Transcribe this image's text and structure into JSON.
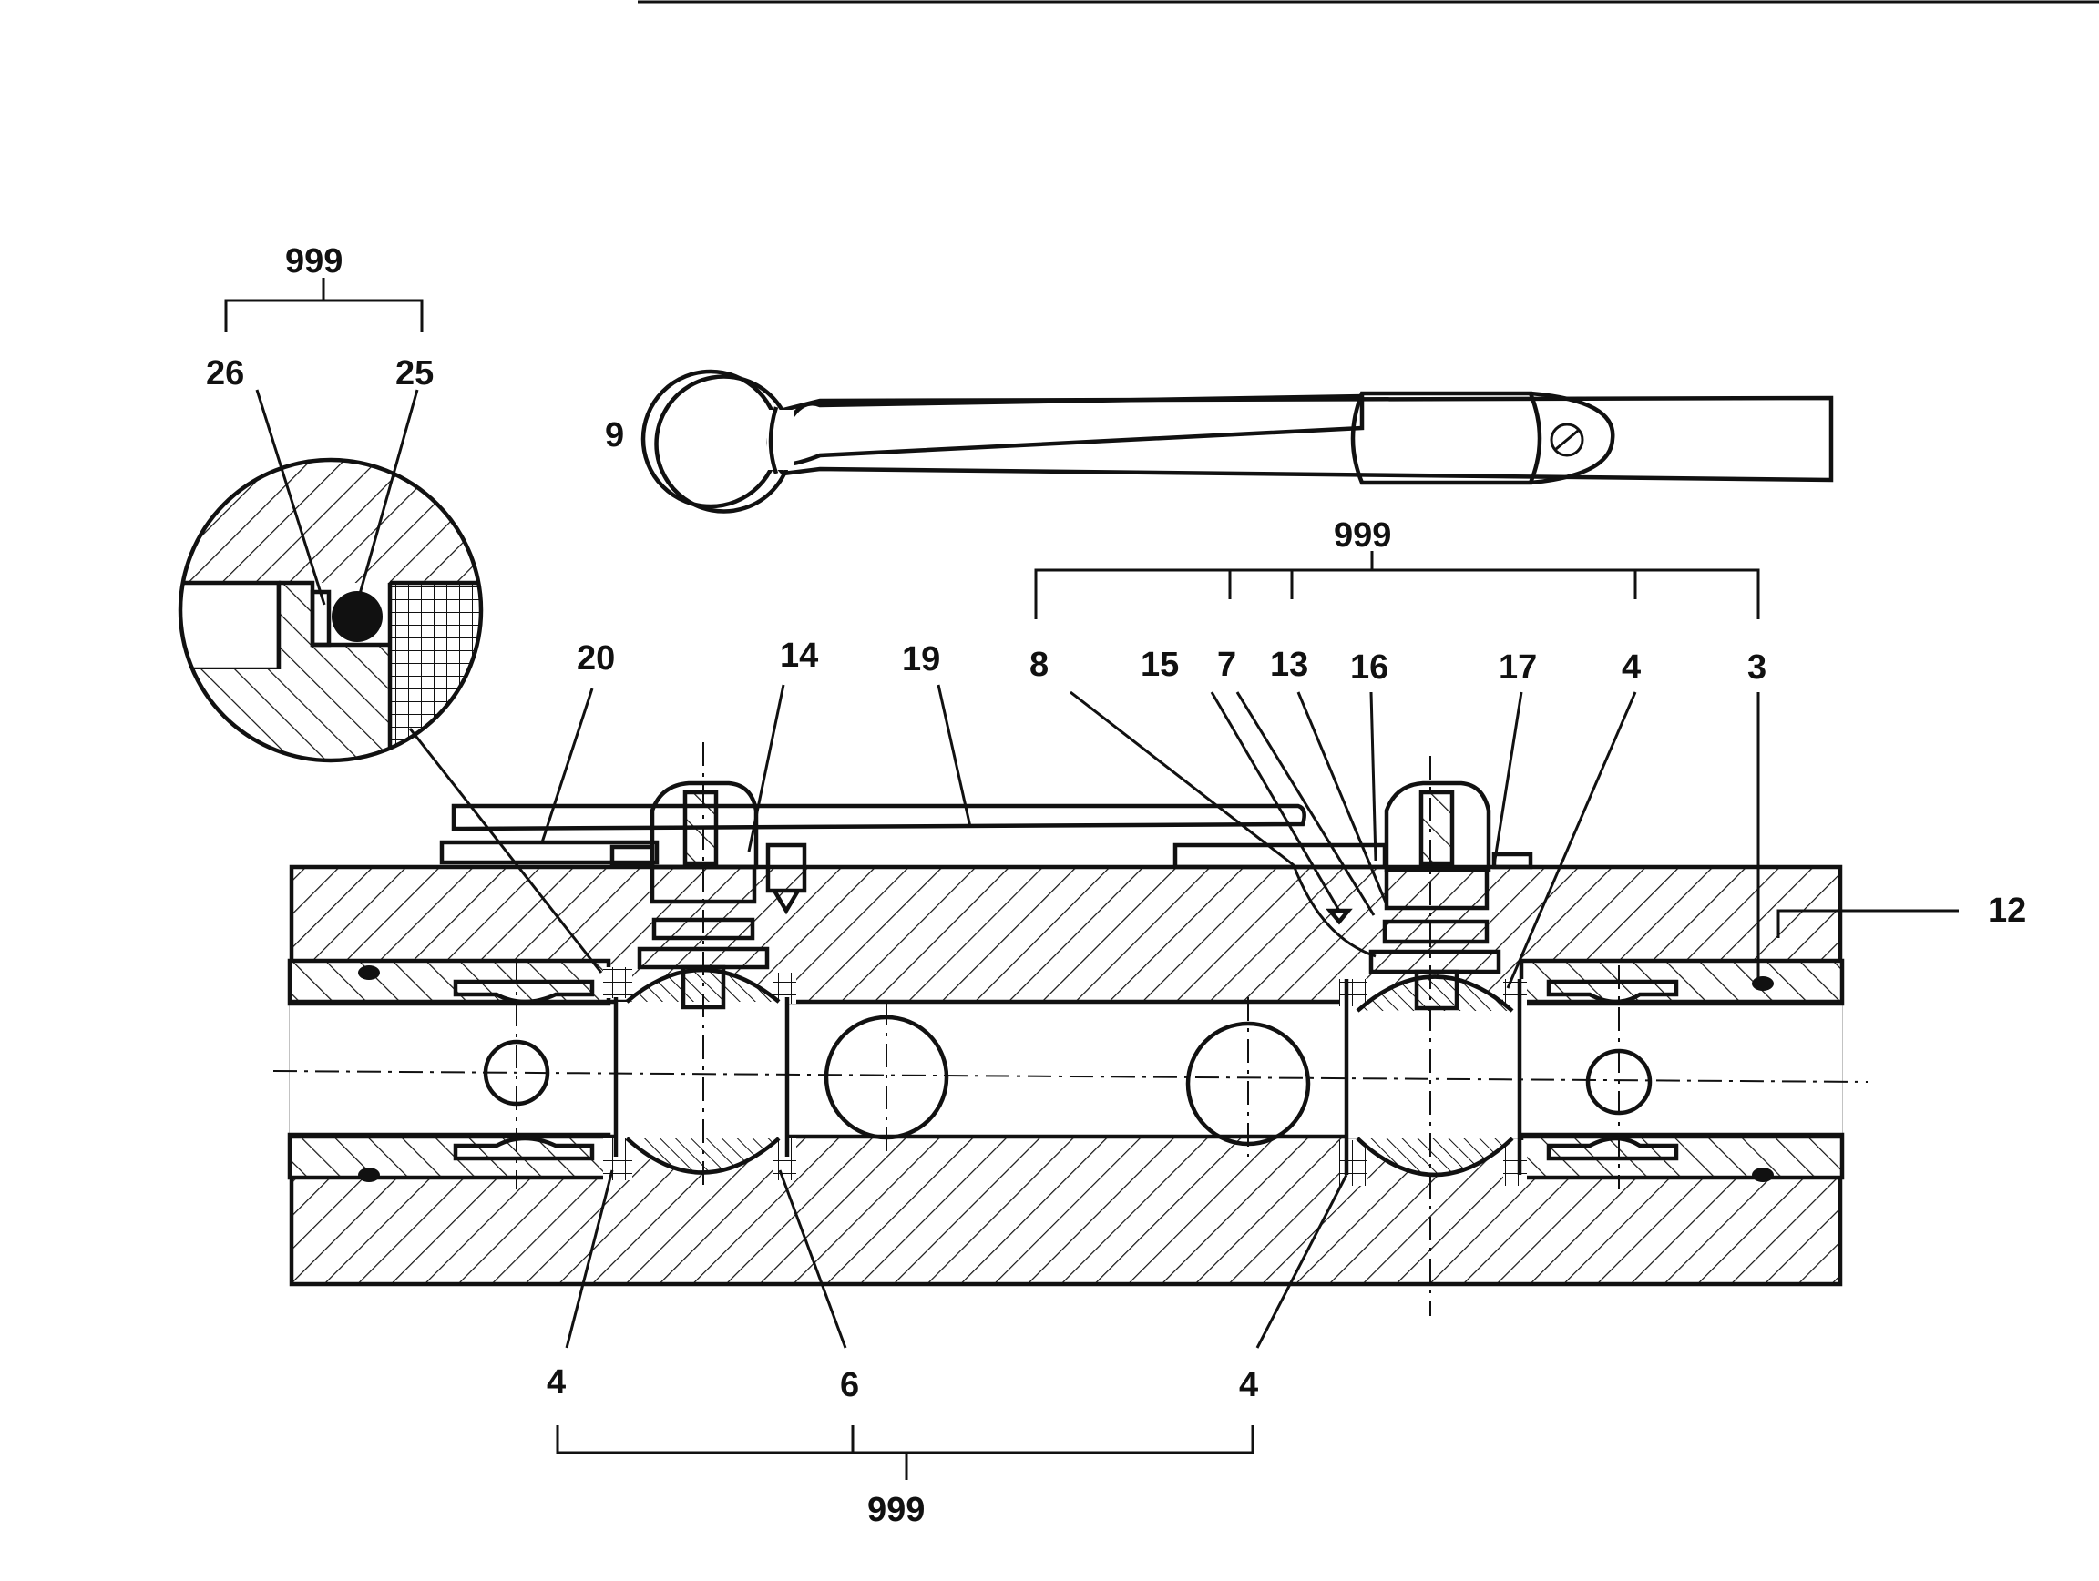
{
  "labels": {
    "detail_group": "999",
    "detail_left": "26",
    "detail_right": "25",
    "handle": "9",
    "top_group": "999",
    "n8": "8",
    "n15": "15",
    "n7": "7",
    "n13": "13",
    "n16": "16",
    "n17": "17",
    "n4_top": "4",
    "n3": "3",
    "n20": "20",
    "n14": "14",
    "n19": "19",
    "n12": "12",
    "n4_bottom_left": "4",
    "n6": "6",
    "n4_bottom_right": "4",
    "bottom_group": "999"
  }
}
